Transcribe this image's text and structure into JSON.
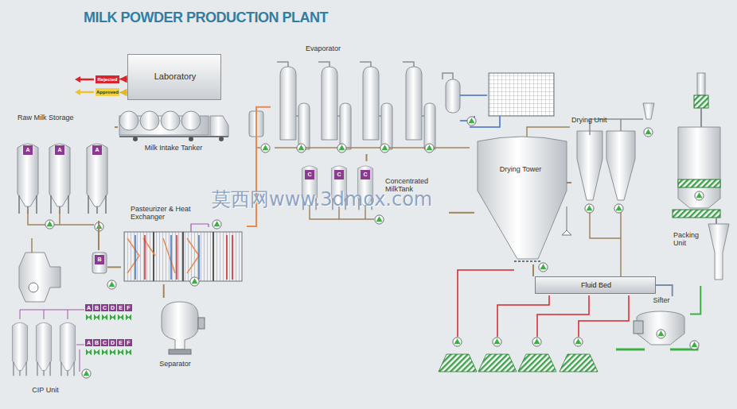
{
  "diagram": {
    "title": "MILK POWDER PRODUCTION PLANT",
    "nodes": [
      {
        "text": [
          "Laboratory"
        ]
      },
      {
        "text": [
          "Rejected"
        ]
      },
      {
        "text": [
          "Approved"
        ]
      },
      {
        "text": [
          "Milk Intake Tanker"
        ]
      },
      {
        "text": [
          "Raw Milk Storage"
        ]
      },
      {
        "text": [
          "A"
        ],
        "in": 4
      },
      {
        "text": [
          "A"
        ],
        "in": 4
      },
      {
        "text": [
          "A"
        ],
        "in": 4
      },
      {
        "text": [
          "B"
        ]
      },
      {
        "text": [
          "Pasteurizer & Heat Exchanger"
        ]
      },
      {
        "text": [
          "Separator"
        ]
      },
      {
        "text": [
          "Evaporator"
        ]
      },
      {
        "text": [
          "Concentrated MilkTank"
        ]
      },
      {
        "text": [
          "C"
        ],
        "in": 12
      },
      {
        "text": [
          "C"
        ],
        "in": 12
      },
      {
        "text": [
          "C"
        ],
        "in": 12
      },
      {
        "text": [
          "Drying Tower"
        ]
      },
      {
        "text": [
          "Drying Unit"
        ]
      },
      {
        "text": [
          "Fluid Bed"
        ]
      },
      {
        "text": [
          "Sifter"
        ]
      },
      {
        "text": [
          "Packing Unit"
        ]
      },
      {
        "text": [
          "CIP Unit"
        ]
      }
    ],
    "edges": [
      {
        "from": 0,
        "to": 1,
        "arrow": "to"
      },
      {
        "from": 0,
        "to": 2,
        "arrow": "to"
      },
      {
        "from": 3,
        "to": 4,
        "arrow": "none"
      },
      {
        "from": 4,
        "to": 8,
        "arrow": "none"
      },
      {
        "from": 8,
        "to": 9,
        "arrow": "none"
      },
      {
        "from": 9,
        "to": 10,
        "arrow": "none"
      },
      {
        "from": 9,
        "to": 11,
        "arrow": "none"
      },
      {
        "from": 11,
        "to": 12,
        "arrow": "none"
      },
      {
        "from": 12,
        "to": 16,
        "arrow": "none"
      },
      {
        "from": 16,
        "to": 17,
        "arrow": "none"
      },
      {
        "from": 16,
        "to": 18,
        "arrow": "none"
      },
      {
        "from": 18,
        "to": 19,
        "arrow": "none"
      },
      {
        "from": 19,
        "to": 20,
        "arrow": "none"
      }
    ],
    "labels": [
      "A",
      "B",
      "C",
      "D",
      "E",
      "F",
      "A",
      "B",
      "C",
      "D",
      "E",
      "F",
      "莫西网www.3dmox.com"
    ]
  }
}
